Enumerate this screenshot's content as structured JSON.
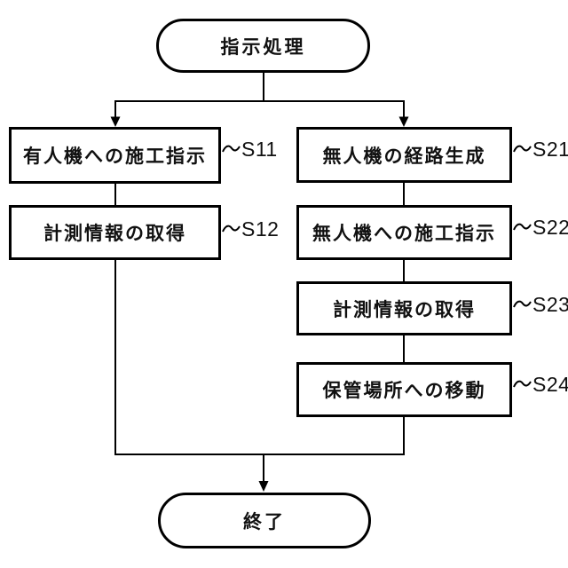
{
  "diagram": {
    "title_hint": "flowchart",
    "background_color": "#ffffff",
    "line_color": "#000000",
    "start_terminal": {
      "label": "指示処理"
    },
    "end_terminal": {
      "label": "終了"
    },
    "left_branch": [
      {
        "label": "有人機への施工指示",
        "step": "S11"
      },
      {
        "label": "計測情報の取得",
        "step": "S12"
      }
    ],
    "right_branch": [
      {
        "label": "無人機の経路生成",
        "step": "S21"
      },
      {
        "label": "無人機への施工指示",
        "step": "S22"
      },
      {
        "label": "計測情報の取得",
        "step": "S23"
      },
      {
        "label": "保管場所への移動",
        "step": "S24"
      }
    ]
  }
}
